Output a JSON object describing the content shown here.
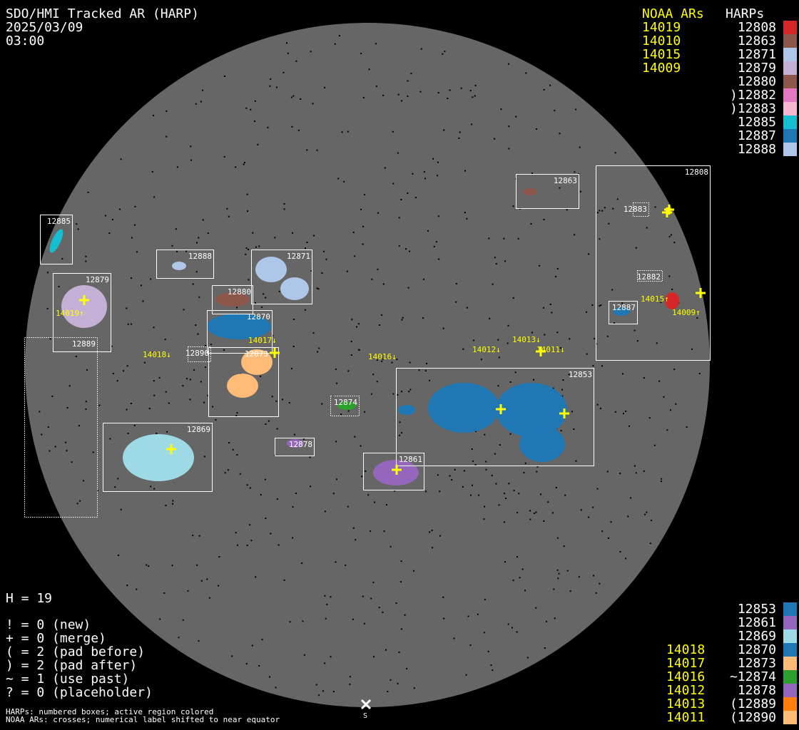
{
  "header": {
    "title": "SDO/HMI Tracked AR (HARP)",
    "date": "2025/03/09",
    "time": "03:00"
  },
  "top_legend": {
    "noaa_heading": "NOAA ARs",
    "harp_heading": "HARPs",
    "noaa": [
      "14019",
      "14010",
      "14015",
      "14009"
    ],
    "harps": [
      {
        "label": "12808",
        "color": "#d62728"
      },
      {
        "label": "12863",
        "color": "#8c564b"
      },
      {
        "label": "12871",
        "color": "#aec7e8"
      },
      {
        "label": "12879",
        "color": "#c5b0d5"
      },
      {
        "label": "12880",
        "color": "#8c564b"
      },
      {
        "label": ")12882",
        "color": "#e377c2"
      },
      {
        "label": ")12883",
        "color": "#f7b6d2"
      },
      {
        "label": "12885",
        "color": "#17becf"
      },
      {
        "label": "12887",
        "color": "#1f77b4"
      },
      {
        "label": "12888",
        "color": "#aec7e8"
      }
    ]
  },
  "bottom_legend": {
    "harps": [
      {
        "noaa": "",
        "label": "12853",
        "color": "#1f77b4"
      },
      {
        "noaa": "",
        "label": "12861",
        "color": "#9467bd"
      },
      {
        "noaa": "",
        "label": "12869",
        "color": "#9edae5"
      },
      {
        "noaa": "14018",
        "label": "12870",
        "color": "#1f77b4"
      },
      {
        "noaa": "14017",
        "label": "12873",
        "color": "#ffbb78"
      },
      {
        "noaa": "14016",
        "label": "~12874",
        "color": "#2ca02c"
      },
      {
        "noaa": "14012",
        "label": "12878",
        "color": "#9467bd"
      },
      {
        "noaa": "14013",
        "label": "(12889",
        "color": "#ff7f0e"
      },
      {
        "noaa": "14011",
        "label": "(12890",
        "color": "#ffbb78"
      }
    ]
  },
  "stats": {
    "h": "H = 19",
    "lines": [
      "! = 0 (new)",
      "+ = 0 (merge)",
      "( = 2 (pad before)",
      ") = 2 (pad after)",
      "~ = 1 (use past)",
      "? = 0 (placeholder)"
    ]
  },
  "footer": [
    "HARPs: numbered boxes; active region colored",
    "NOAA ARs: crosses; numerical label shifted to near equator"
  ],
  "south_label": "S",
  "disk": {
    "harps": [
      {
        "id": "12808",
        "color": "#d62728",
        "dotted": false
      },
      {
        "id": "12863",
        "color": "#8c564b",
        "dotted": false
      },
      {
        "id": "12885",
        "color": "#17becf",
        "dotted": false
      },
      {
        "id": "12888",
        "color": "#aec7e8",
        "dotted": false
      },
      {
        "id": "12871",
        "color": "#aec7e8",
        "dotted": false
      },
      {
        "id": "12879",
        "color": "#c5b0d5",
        "dotted": false
      },
      {
        "id": "12880",
        "color": "#8c564b",
        "dotted": false
      },
      {
        "id": "12870",
        "color": "#1f77b4",
        "dotted": false
      },
      {
        "id": "12889",
        "color": "#ff7f0e",
        "dotted": true
      },
      {
        "id": "12890",
        "color": "#ffbb78",
        "dotted": true
      },
      {
        "id": "12873",
        "color": "#ffbb78",
        "dotted": false
      },
      {
        "id": "12874",
        "color": "#2ca02c",
        "dotted": true
      },
      {
        "id": "12853",
        "color": "#1f77b4",
        "dotted": false
      },
      {
        "id": "12869",
        "color": "#9edae5",
        "dotted": false
      },
      {
        "id": "12878",
        "color": "#9467bd",
        "dotted": false
      },
      {
        "id": "12861",
        "color": "#9467bd",
        "dotted": false
      },
      {
        "id": "12887",
        "color": "#1f77b4",
        "dotted": false
      },
      {
        "id": "12883",
        "color": "#f7b6d2",
        "dotted": true
      },
      {
        "id": "12882",
        "color": "#e377c2",
        "dotted": true
      }
    ],
    "noaa_labels": [
      "14019↑",
      "14018↓",
      "14017↓",
      "14016↓",
      "14012↓",
      "14013↓",
      "14011↓",
      "14015↑",
      "14009↑"
    ]
  }
}
